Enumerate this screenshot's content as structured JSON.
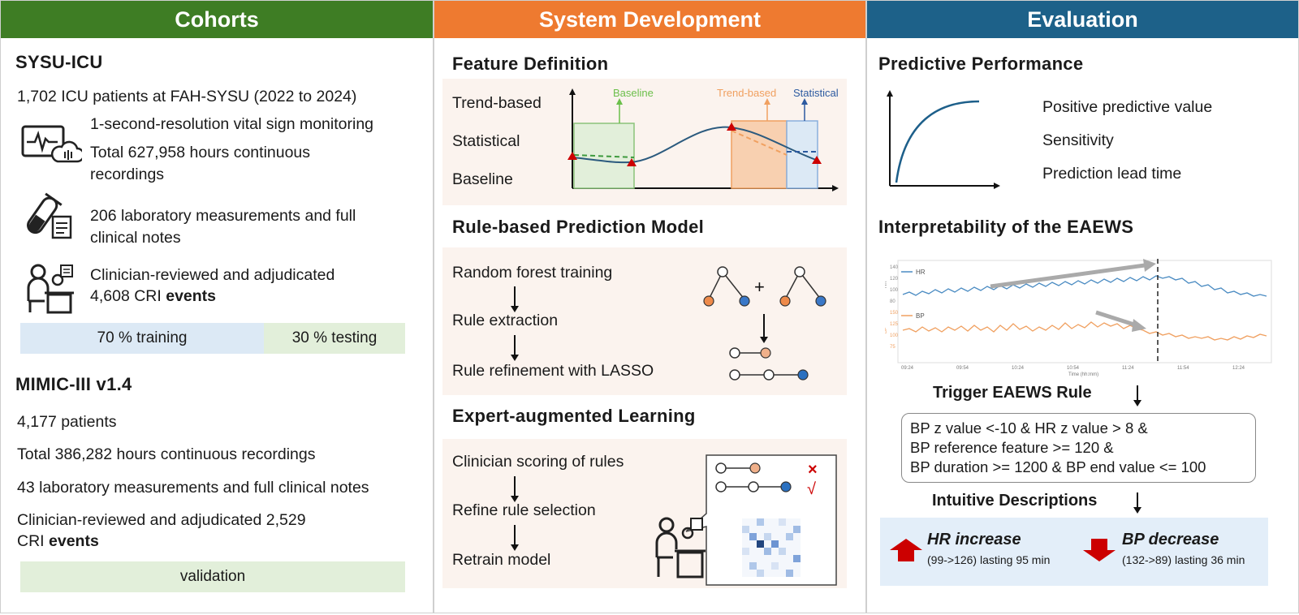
{
  "headers": {
    "cohorts": "Cohorts",
    "system": "System Development",
    "evaluation": "Evaluation"
  },
  "cohorts": {
    "sysu": {
      "title": "SYSU-ICU",
      "line1": "1,702 ICU patients at FAH-SYSU (2022 to 2024)",
      "vital_line1": "1-second-resolution vital sign monitoring",
      "vital_line2": "Total 627,958 hours continuous",
      "vital_line3": "recordings",
      "lab_line1": "206 laboratory measurements and full",
      "lab_line2": "clinical notes",
      "clin_line1": "Clinician-reviewed and adjudicated",
      "clin_line2a": "4,608 CRI ",
      "clin_line2b": "events",
      "split_train": "70 % training",
      "split_test": "30 % testing"
    },
    "mimic": {
      "title": "MIMIC-III v1.4",
      "line1": "4,177 patients",
      "line2": "Total 386,282 hours continuous recordings",
      "line3": "43 laboratory measurements and full clinical notes",
      "line4": "Clinician-reviewed and adjudicated 2,529",
      "line5a": "CRI ",
      "line5b": "events",
      "validation": "validation"
    }
  },
  "system": {
    "feature": {
      "title": "Feature Definition",
      "labels": [
        "Trend-based",
        "Statistical",
        "Baseline"
      ],
      "chart_labels": {
        "baseline": "Baseline",
        "trend": "Trend-based",
        "statistical": "Statistical"
      }
    },
    "rule": {
      "title": "Rule-based Prediction Model",
      "steps": [
        "Random forest training",
        "Rule extraction",
        "Rule refinement with LASSO"
      ],
      "plus": "+"
    },
    "expert": {
      "title": "Expert-augmented Learning",
      "steps": [
        "Clinician scoring of rules",
        "Refine rule selection",
        "Retrain model"
      ],
      "cross": "×",
      "check": "√"
    }
  },
  "evaluation": {
    "predictive": {
      "title": "Predictive Performance",
      "metrics": [
        "Positive predictive value",
        "Sensitivity",
        "Prediction lead time"
      ]
    },
    "interp": {
      "title": "Interpretability of the EAEWS",
      "hr_legend": "HR",
      "bp_legend": "BP",
      "hr_yticks": [
        "140",
        "120",
        "100",
        "80"
      ],
      "bp_yticks": [
        "150",
        "125",
        "100",
        "75"
      ],
      "hr_ylabel": "HR",
      "bp_ylabel": "BP",
      "xticks": [
        "09:24",
        "09:54",
        "10:24",
        "10:54",
        "11:24",
        "11:54",
        "12:24"
      ],
      "xlabel": "Time (hh:mm)"
    },
    "trigger": {
      "title": "Trigger EAEWS Rule",
      "rule_lines": [
        "BP z value <-10 & HR z value > 8 &",
        "BP reference feature >= 120 &",
        "BP duration >= 1200 & BP end value <= 100"
      ]
    },
    "intuitive": {
      "title": "Intuitive Descriptions",
      "hr_title": "HR increase",
      "hr_detail": "(99->126) lasting  95 min",
      "bp_title": "BP decrease",
      "bp_detail": "(132->89) lasting 36 min"
    }
  },
  "colors": {
    "green": "#3e7d24",
    "orange": "#ee7a30",
    "blue": "#1d6189",
    "panel": "#fbf3ee",
    "train": "#dce9f5",
    "test": "#e2efda",
    "desc": "#e3eef9",
    "hr_line": "#4a8bc2",
    "bp_line": "#f0a060",
    "marker": "#cc0000"
  },
  "icons": [
    "monitor-cloud-icon",
    "test-tube-icon",
    "clinician-desk-icon",
    "arrow-up-icon",
    "arrow-down-icon"
  ]
}
